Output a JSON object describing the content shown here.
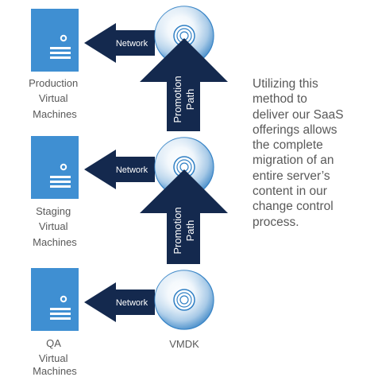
{
  "servers": [
    {
      "label_lines": [
        "Production",
        "Virtual",
        "Machines"
      ]
    },
    {
      "label_lines": [
        "Staging",
        "Virtual",
        "Machines"
      ]
    },
    {
      "label_lines": [
        "QA",
        "Virtual",
        "Machines"
      ]
    }
  ],
  "network_label": "Network",
  "promotion_label_lines": [
    "Promotion",
    "Path"
  ],
  "disk_label": "VMDK",
  "description_lines": [
    "Utilizing this",
    "method to",
    "deliver our SaaS",
    "offerings allows",
    "the complete",
    "migration of an",
    "entire server’s",
    "content in our",
    "change control",
    "process."
  ],
  "colors": {
    "server": "#3F8FD2",
    "arrow": "#14294E",
    "text": "#595959",
    "disk_blue": "#2F7FC4"
  },
  "icons": [
    "server-icon",
    "disc-icon",
    "network-arrow-icon",
    "promotion-arrow-icon"
  ]
}
